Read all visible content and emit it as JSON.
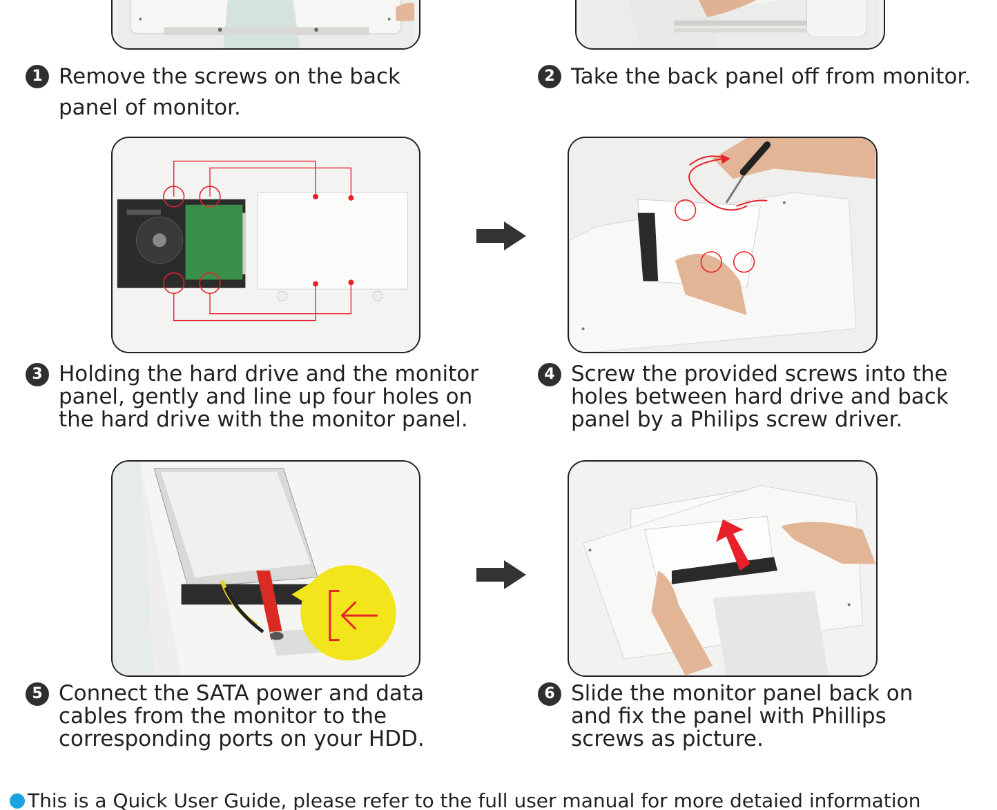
{
  "steps": [
    {
      "number": "1",
      "text": "Remove the screws on the back\npanel of monitor."
    },
    {
      "number": "2",
      "text": "Take the back panel off from monitor."
    },
    {
      "number": "3",
      "text": "Holding the hard drive and the monitor\npanel, gently and line up four holes on\nthe hard drive with the monitor panel."
    },
    {
      "number": "4",
      "text": "Screw the provided screws into the\nholes between hard drive and back\npanel by a Philips screw driver."
    },
    {
      "number": "5",
      "text": "Connect the SATA power and data\ncables from the monitor to the\ncorresponding ports on your HDD."
    },
    {
      "number": "6",
      "text": "Slide the monitor panel back on\nand fix the panel with Phillips\nscrews as picture."
    }
  ],
  "footer": {
    "text": "This is a Quick User Guide, please refer to the full user manual for more detaied information"
  },
  "icons": {
    "bullet": "blue-dot-icon",
    "arrow": "right-arrow-icon"
  },
  "colors": {
    "bullet": "#1aa3dc",
    "highlight": "#e8202a",
    "badge": "#2f2f2f"
  }
}
